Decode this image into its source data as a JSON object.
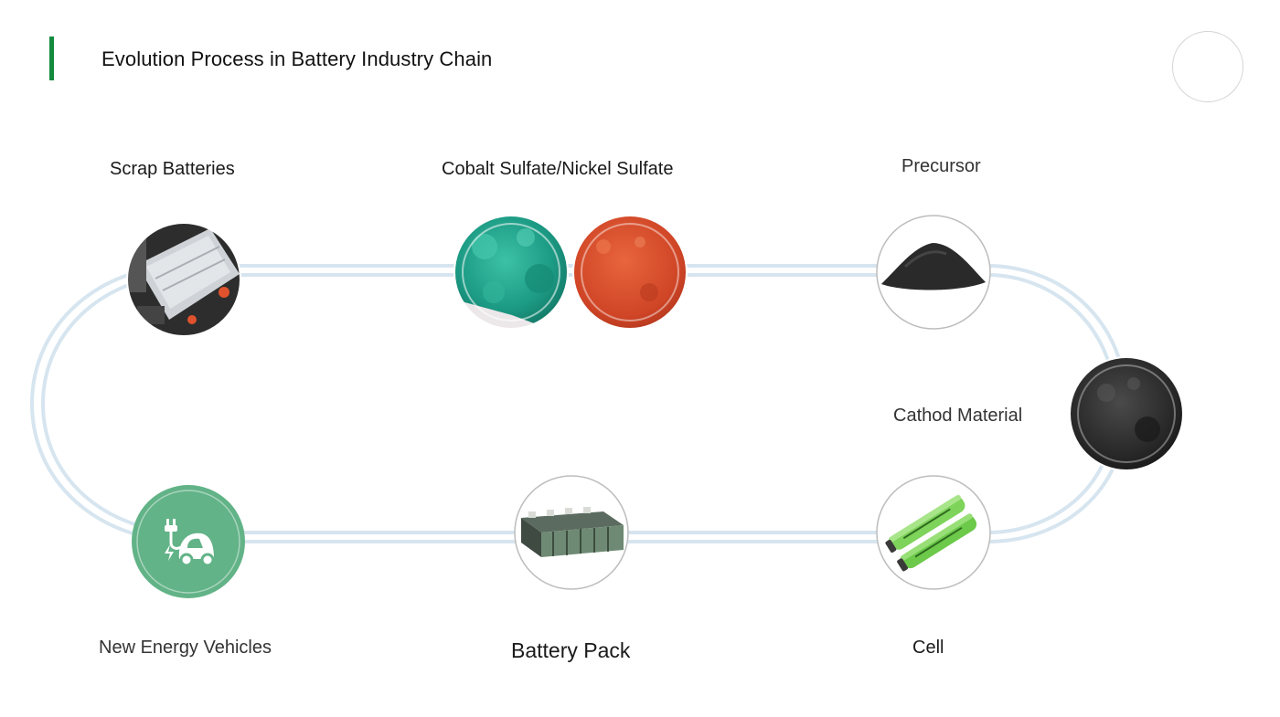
{
  "header": {
    "title": "Evolution Process in Battery Industry Chain",
    "accent_color": "#138a3e"
  },
  "chain": {
    "stages": [
      {
        "id": "scrap-batteries",
        "label": "Scrap Batteries",
        "image": "battery-module-photo"
      },
      {
        "id": "sulfates",
        "label": "Cobalt Sulfate/Nickel Sulfate",
        "image": [
          "cobalt-sulfate-photo",
          "nickel-sulfate-photo"
        ]
      },
      {
        "id": "precursor",
        "label": "Precursor",
        "image": "black-powder-pile-photo"
      },
      {
        "id": "cathode",
        "label": "Cathod Material",
        "image": "black-powder-closeup-photo"
      },
      {
        "id": "cell",
        "label": "Cell",
        "image": "cylindrical-cells-photo"
      },
      {
        "id": "battery-pack",
        "label": "Battery Pack",
        "image": "battery-pack-photo"
      },
      {
        "id": "nev",
        "label": "New Energy Vehicles",
        "image": "ev-charging-icon"
      }
    ],
    "colors": {
      "track": "#d6e5ef",
      "ev_green": "#62b387",
      "sulfate_teal": "#1f9a86",
      "nickel_red": "#d4492a",
      "ring": "#bdbdbd"
    }
  }
}
